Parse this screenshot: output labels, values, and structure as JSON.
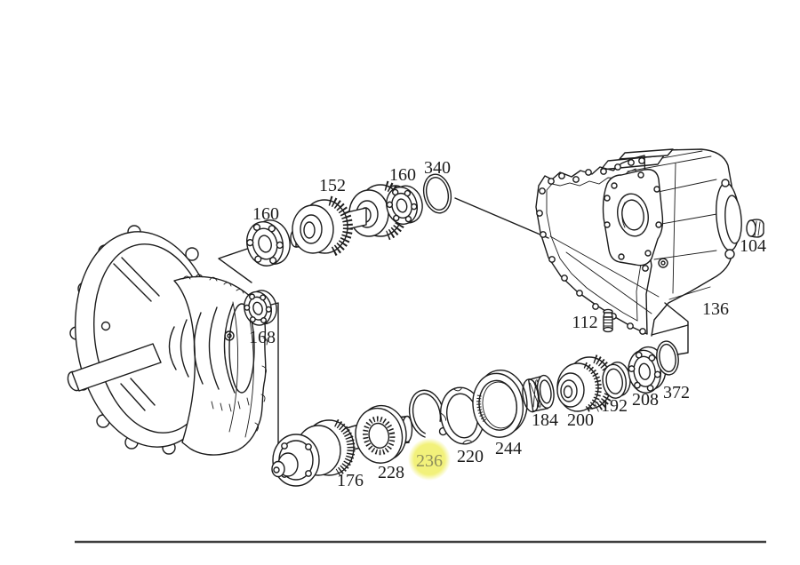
{
  "page": {
    "background": "#ffffff",
    "border_line_color": "#3f3f3f"
  },
  "diagram": {
    "kind": "exploded-parts-diagram",
    "line_color": "#1c1c1c",
    "highlight": {
      "fill": "#f2f17b",
      "text_color": "#8f8f5c",
      "label": "236"
    },
    "labels": [
      {
        "text": "160",
        "highlighted": false
      },
      {
        "text": "152",
        "highlighted": false
      },
      {
        "text": "160",
        "highlighted": false
      },
      {
        "text": "340",
        "highlighted": false
      },
      {
        "text": "168",
        "highlighted": false
      },
      {
        "text": "104",
        "highlighted": false
      },
      {
        "text": "136",
        "highlighted": false
      },
      {
        "text": "112",
        "highlighted": false
      },
      {
        "text": "176",
        "highlighted": false
      },
      {
        "text": "228",
        "highlighted": false
      },
      {
        "text": "236",
        "highlighted": true
      },
      {
        "text": "220",
        "highlighted": false
      },
      {
        "text": "244",
        "highlighted": false
      },
      {
        "text": "184",
        "highlighted": false
      },
      {
        "text": "200",
        "highlighted": false
      },
      {
        "text": "192",
        "highlighted": false
      },
      {
        "text": "208",
        "highlighted": false
      },
      {
        "text": "372",
        "highlighted": false
      }
    ]
  }
}
